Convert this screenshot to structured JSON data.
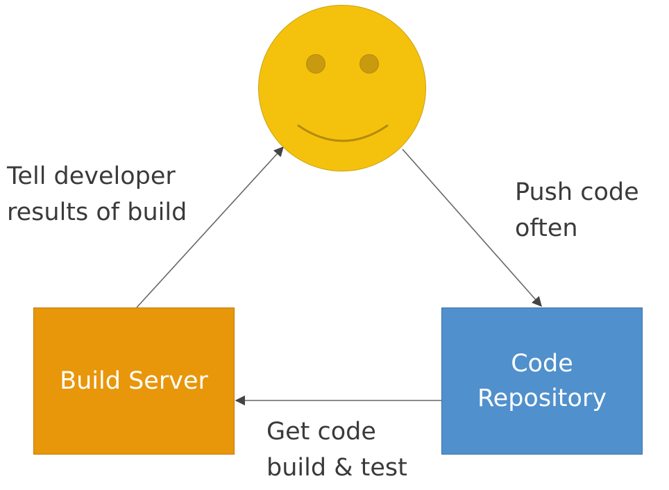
{
  "nodes": {
    "developer": {
      "icon": "smiley-face-icon",
      "color": "#f4c20d"
    },
    "build_server": {
      "label": "Build Server",
      "color": "#e8960a"
    },
    "code_repository": {
      "label_line1": "Code",
      "label_line2": "Repository",
      "color": "#5090cc"
    }
  },
  "edges": {
    "push": {
      "line1": "Push code",
      "line2": "often"
    },
    "get": {
      "line1": "Get code",
      "line2": "build & test"
    },
    "tell": {
      "line1": "Tell developer",
      "line2": "results of build"
    }
  }
}
